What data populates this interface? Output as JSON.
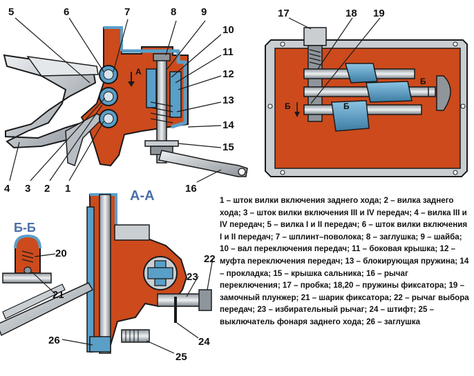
{
  "callouts": {
    "c1": "1",
    "c2": "2",
    "c3": "3",
    "c4": "4",
    "c5": "5",
    "c6": "6",
    "c7": "7",
    "c8": "8",
    "c9": "9",
    "c10": "10",
    "c11": "11",
    "c12": "12",
    "c13": "13",
    "c14": "14",
    "c15": "15",
    "c16": "16",
    "c17": "17",
    "c18": "18",
    "c19": "19",
    "c20": "20",
    "c21": "21",
    "c22": "22",
    "c23": "23",
    "c24": "24",
    "c25": "25",
    "c26": "26"
  },
  "sections": {
    "aa": "А-А",
    "bb": "Б-Б",
    "mark_a": "А",
    "mark_b": "Б"
  },
  "legend": [
    "1 – шток вилки включения заднего хода;",
    "2 – вилка заднего хода;",
    "3 – шток вилки включения III и IV передач;",
    "4 – вилка III и IV передач;",
    "5 – вилка I и II передач;",
    "6 – шток вилки включения I и II передач;",
    "7 – шплинт–поволока;",
    "8 – заглушка;",
    "9 – шайба;",
    "10 – вал переключения передач;",
    "11 – боковая крышка;",
    "12 – муфта переключения передач;",
    "13 – блокирующая пружина;",
    "14 – прокладка;",
    "15 – крышка сальника;",
    "16 – рычаг переключения;",
    "17 – пробка;",
    "18,20 – пружины фиксатора;",
    "19 – замочный плунжер;",
    "21 – шарик фиксатора;",
    "22 – рычаг выбора передач;",
    "23 – избирательный рычаг;",
    "24 – штифт;",
    "25 – выключатель фонаря заднего хода;",
    "26 – заглушка"
  ],
  "colors": {
    "housing": "#cc4a1c",
    "housing_dark": "#8a2e10",
    "steel_blue": "#5a9fc8",
    "steel_dark": "#2d5e80",
    "grey_light": "#c9ced3",
    "grey_mid": "#8e959b",
    "outline": "#1a1a1a",
    "label_blue": "#4a6fa8"
  }
}
